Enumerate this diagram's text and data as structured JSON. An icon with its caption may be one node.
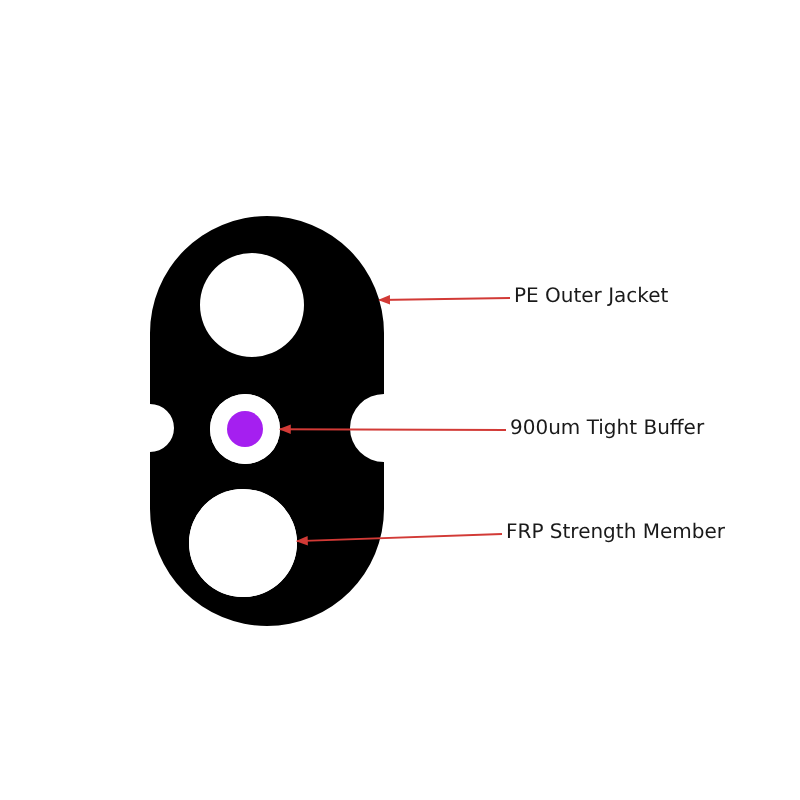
{
  "diagram": {
    "nodes": [
      {
        "text": [],
        "shape": "picture"
      },
      {
        "text": [],
        "shape": "circle",
        "in": 0
      },
      {
        "text": [],
        "shape": "circle",
        "in": 0
      },
      {
        "text": [
          "PE Outer Jacket"
        ]
      },
      {
        "text": [
          "900um Tight Buffer"
        ]
      },
      {
        "text": [
          "FRP Strength Member"
        ]
      }
    ],
    "edges": [
      {
        "from": 3,
        "to": 0,
        "arrow": "to"
      },
      {
        "from": 4,
        "to": 1,
        "arrow": "to"
      },
      {
        "from": 5,
        "to": 2,
        "arrow": "to"
      }
    ]
  }
}
